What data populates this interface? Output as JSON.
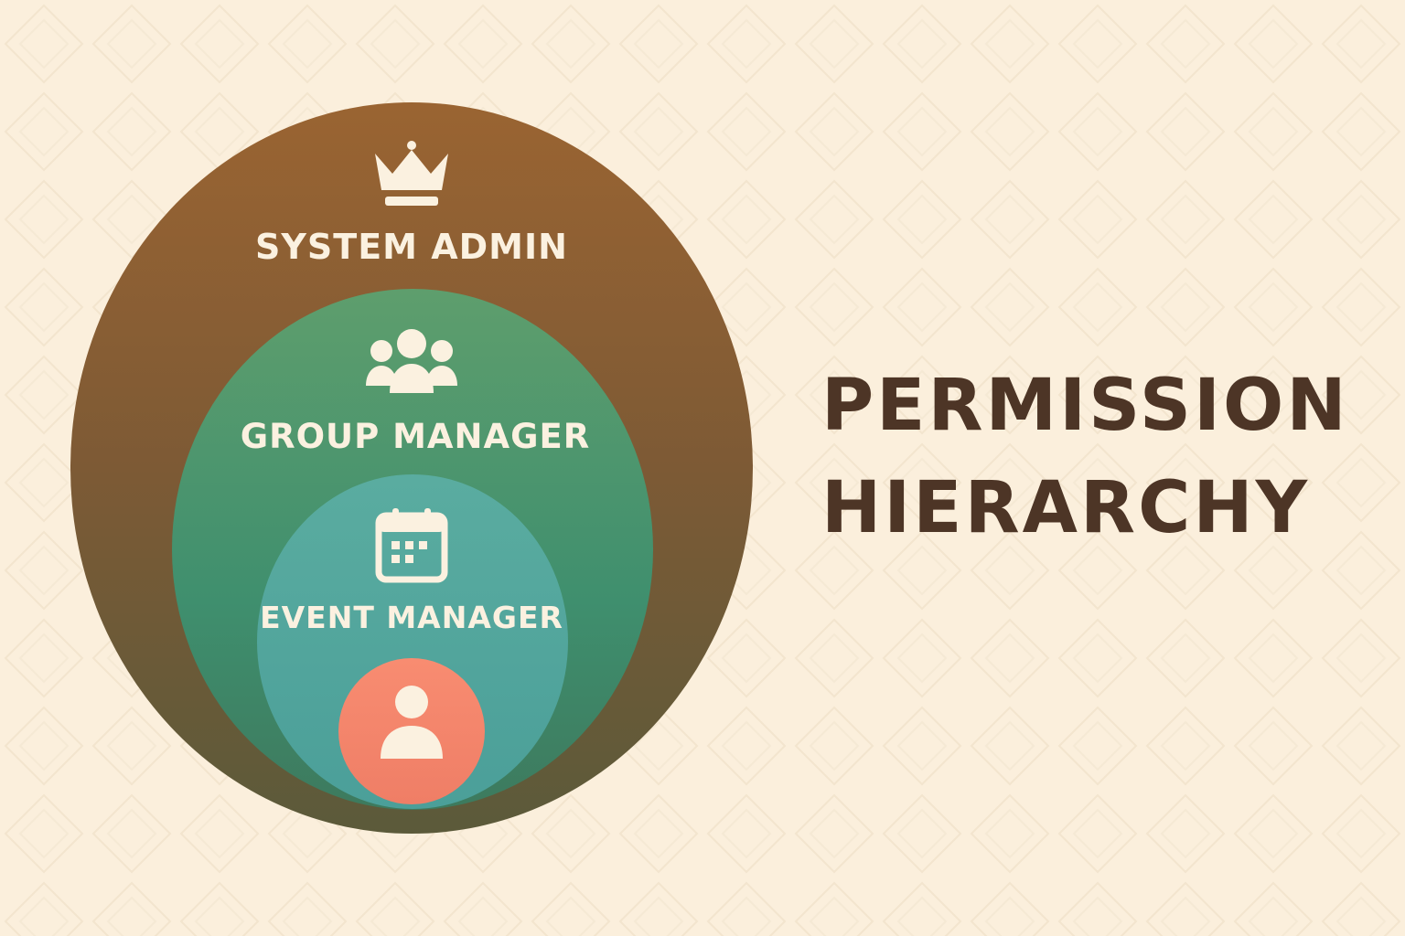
{
  "diagram": {
    "levels": [
      {
        "label": "SYSTEM ADMIN",
        "icon": "crown-icon",
        "color": "#8f6233"
      },
      {
        "label": "GROUP MANAGER",
        "icon": "group-icon",
        "color": "#4f946a"
      },
      {
        "label": "EVENT MANAGER",
        "icon": "calendar-icon",
        "color": "#52a8a2"
      },
      {
        "label": "",
        "icon": "user-icon",
        "color": "#f4866d"
      }
    ]
  },
  "title": {
    "line1": "PERMISSION",
    "line2": "HIERARCHY",
    "color": "#4d3526"
  },
  "background": "#fbefdc"
}
